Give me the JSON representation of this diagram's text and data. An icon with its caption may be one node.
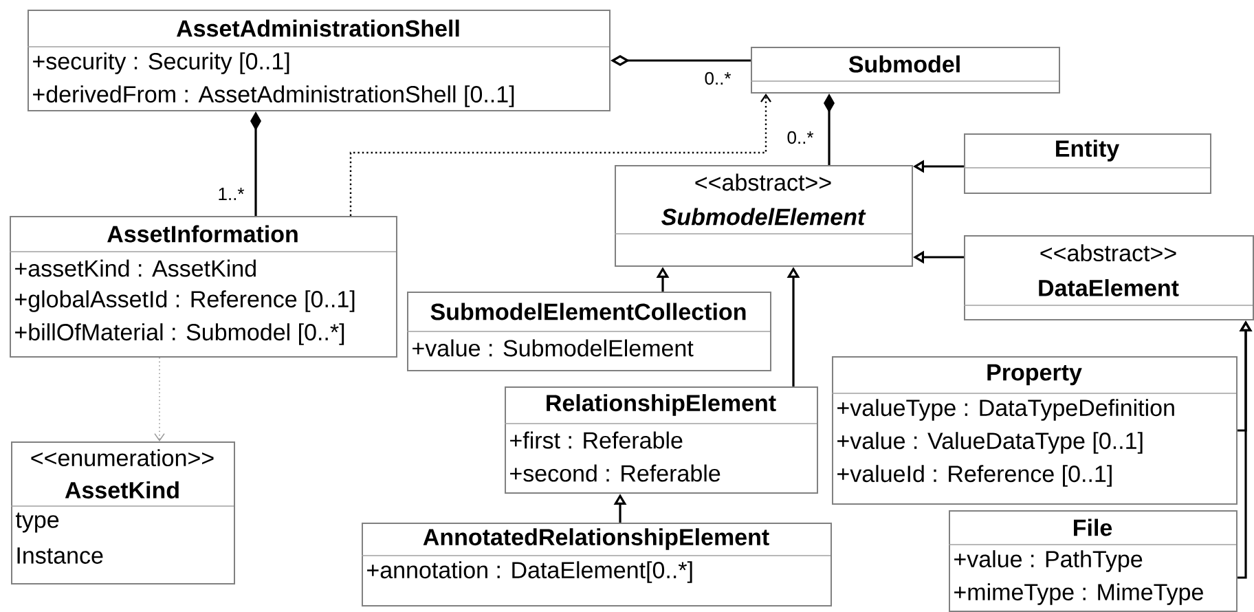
{
  "diagram": {
    "nodes": [
      {
        "text": [
          "AssetAdministrationShell",
          "+security : Security [0..1]",
          "+derivedFrom : AssetAdministrationShell [0..1]"
        ]
      },
      {
        "text": [
          "Submodel"
        ]
      },
      {
        "text": [
          "AssetInformation",
          "+assetKind : AssetKind",
          "+globalAssetId : Reference [0..1]",
          "+billOfMaterial : Submodel [0..*]"
        ]
      },
      {
        "text": [
          "<<abstract>>",
          "SubmodelElement"
        ]
      },
      {
        "text": [
          "Entity"
        ]
      },
      {
        "text": [
          "<<abstract>>",
          "DataElement"
        ]
      },
      {
        "text": [
          "SubmodelElementCollection",
          "+value : SubmodelElement"
        ]
      },
      {
        "text": [
          "RelationshipElement",
          "+first : Referable",
          "+second : Referable"
        ]
      },
      {
        "text": [
          "Property",
          "+valueType : DataTypeDefinition",
          "+value : ValueDataType [0..1]",
          "+valueId : Reference [0..1]"
        ]
      },
      {
        "text": [
          "File",
          "+value : PathType",
          "+mimeType : MimeType"
        ]
      },
      {
        "text": [
          "AnnotatedRelationshipElement",
          "+annotation : DataElement[0..*]"
        ]
      },
      {
        "text": [
          "<<enumeration>>",
          "AssetKind",
          "type",
          "Instance"
        ]
      }
    ],
    "edges": [
      {
        "from": 0,
        "to": 1,
        "arrow": "other",
        "label": "0..*"
      },
      {
        "from": 0,
        "to": 2,
        "arrow": "other",
        "label": "1..*"
      },
      {
        "from": 1,
        "to": 3,
        "arrow": "other",
        "label": "0..*"
      },
      {
        "from": 2,
        "to": 1,
        "arrow": "to",
        "style": "dashed"
      },
      {
        "from": 4,
        "to": 3,
        "arrow": "to"
      },
      {
        "from": 5,
        "to": 3,
        "arrow": "to"
      },
      {
        "from": 6,
        "to": 3,
        "arrow": "to"
      },
      {
        "from": 7,
        "to": 3,
        "arrow": "to"
      },
      {
        "from": 10,
        "to": 7,
        "arrow": "to"
      },
      {
        "from": 8,
        "to": 5,
        "arrow": "to"
      },
      {
        "from": 9,
        "to": 5,
        "arrow": "to"
      },
      {
        "from": 2,
        "to": 11,
        "arrow": "to",
        "style": "dashed",
        "color": "#999999"
      }
    ]
  }
}
